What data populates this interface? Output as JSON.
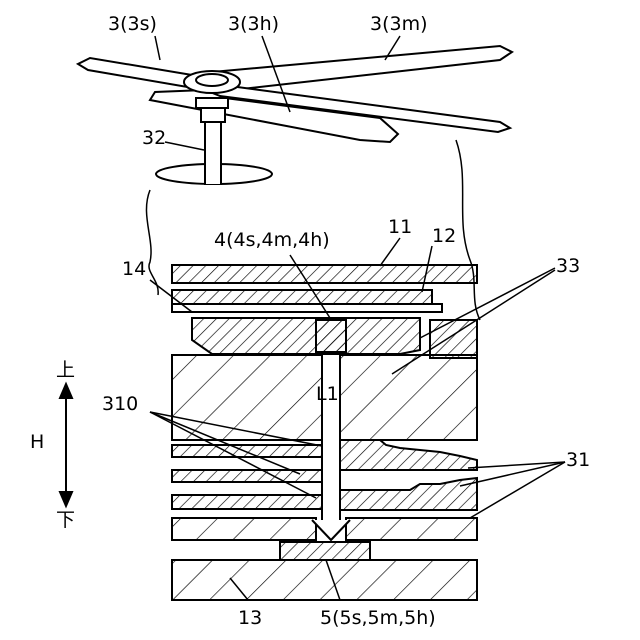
{
  "figure": {
    "labels": {
      "hand_second": "3(3s)",
      "hand_hour": "3(3h)",
      "hand_minute": "3(3m)",
      "shaft": "32",
      "fourth_element": "4(4s,4m,4h)",
      "plate_top": "11",
      "plate_12": "12",
      "plate_14": "14",
      "body_33": "33",
      "dir_up": "上",
      "dir_down": "下",
      "height_h": "H",
      "gear_group_310": "310",
      "gear_group_31": "31",
      "light_path": "L1",
      "base_13": "13",
      "sensor_5": "5(5s,5m,5h)"
    }
  },
  "colors": {
    "ink": "#000000",
    "paper": "#ffffff"
  }
}
